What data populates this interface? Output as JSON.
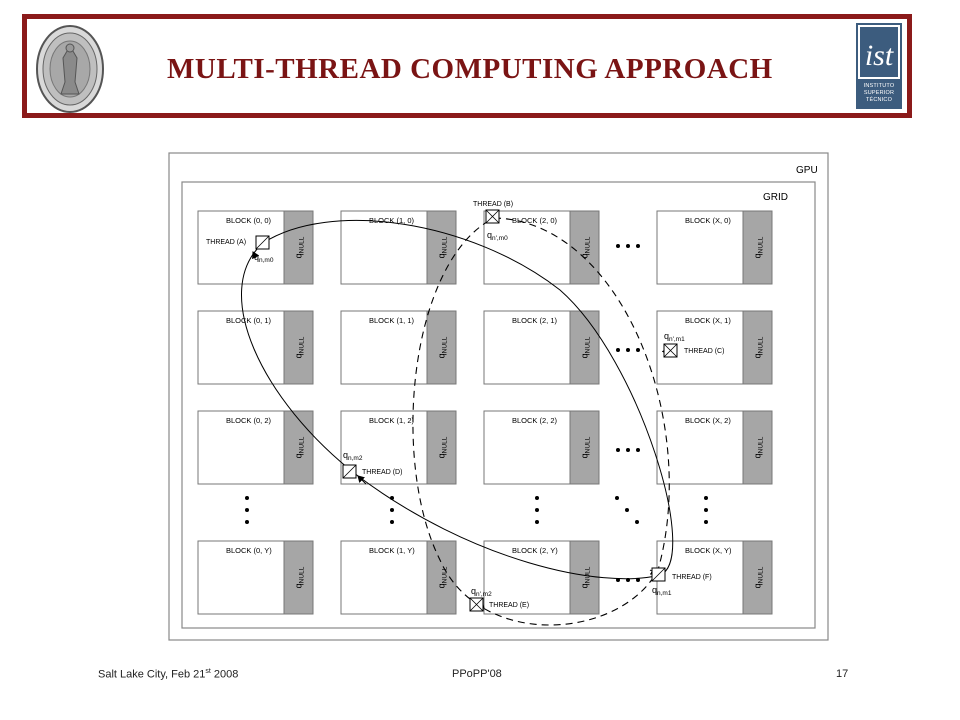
{
  "slide": {
    "title": "MULTI-THREAD COMPUTING APPROACH",
    "footer_left_prefix": "Salt Lake City, Feb 21",
    "footer_left_sup": "st",
    "footer_left_suffix": " 2008",
    "footer_center": "PPoPP'08",
    "page_number": "17"
  },
  "logos": {
    "left": "university-seal",
    "right_lines": [
      "INSTITUTO",
      "SUPERIOR",
      "TÉCNICO"
    ]
  },
  "colors": {
    "header_border": "#8b1a1a",
    "title": "#7a1414",
    "null_column": "#a6a6a6",
    "ist_blue": "#3c5c7e"
  },
  "diagram": {
    "gpu_label": "GPU",
    "grid_label": "GRID",
    "null_label_main": "q",
    "null_label_sub": "NULL",
    "blocks": [
      [
        "BLOCK (0, 0)",
        "BLOCK (1, 0)",
        "BLOCK (2, 0)",
        "BLOCK (X, 0)"
      ],
      [
        "BLOCK (0, 1)",
        "BLOCK (1, 1)",
        "BLOCK (2, 1)",
        "BLOCK (X, 1)"
      ],
      [
        "BLOCK (0, 2)",
        "BLOCK (1, 2)",
        "BLOCK (2, 2)",
        "BLOCK (X, 2)"
      ],
      [
        "BLOCK (0, Y)",
        "BLOCK (1, Y)",
        "BLOCK (2, Y)",
        "BLOCK (X, Y)"
      ]
    ],
    "threads": [
      {
        "id": "A",
        "label": "THREAD (A)",
        "q_main": "q",
        "q_sub": "n,m0",
        "hatch": "diag"
      },
      {
        "id": "B",
        "label": "THREAD (B)",
        "q_main": "q",
        "q_sub": "n',m0",
        "hatch": "cross"
      },
      {
        "id": "C",
        "label": "THREAD (C)",
        "q_main": "q",
        "q_sub": "n',m1",
        "hatch": "cross"
      },
      {
        "id": "D",
        "label": "THREAD (D)",
        "q_main": "q",
        "q_sub": "n,m2",
        "hatch": "diag"
      },
      {
        "id": "E",
        "label": "THREAD (E)",
        "q_main": "q",
        "q_sub": "n',m2",
        "hatch": "cross"
      },
      {
        "id": "F",
        "label": "THREAD (F)",
        "q_main": "q",
        "q_sub": "n,m1",
        "hatch": "diag"
      }
    ]
  }
}
